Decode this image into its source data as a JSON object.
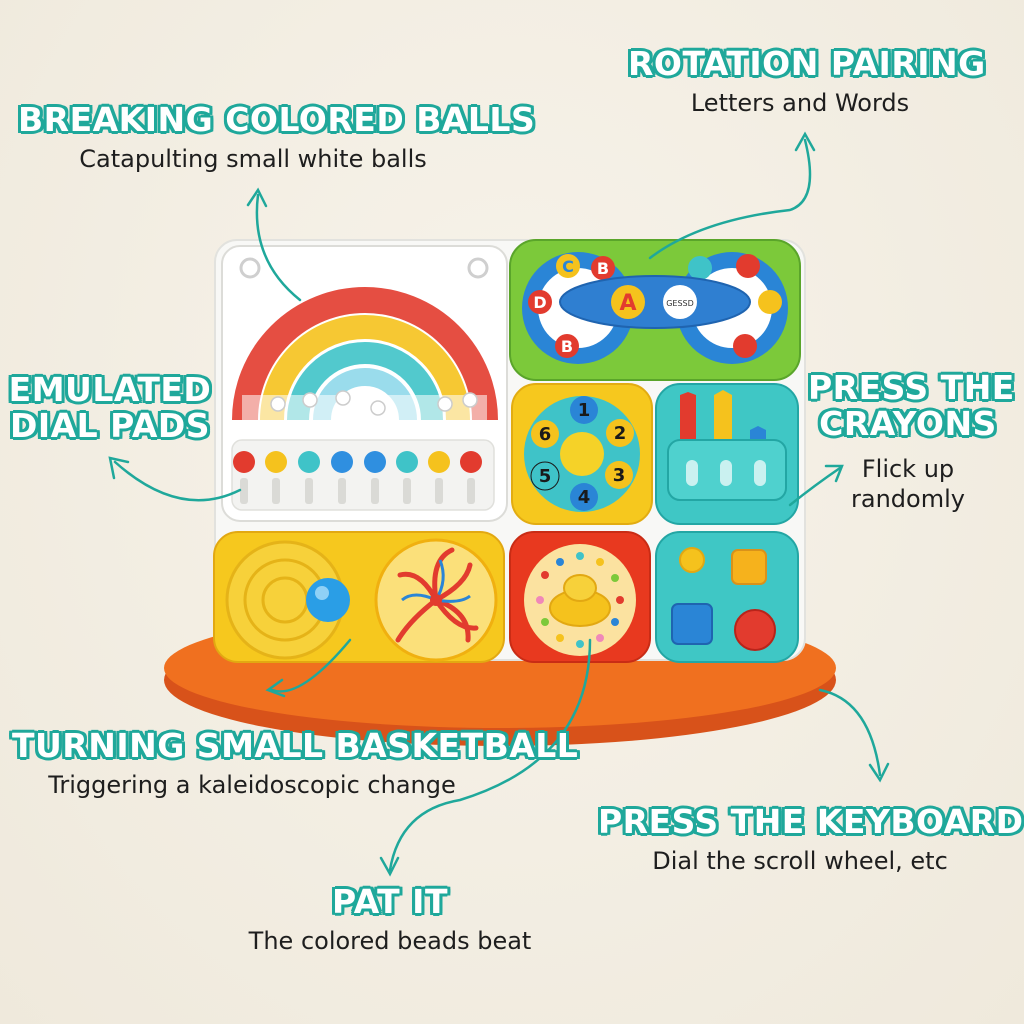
{
  "colors": {
    "accent": "#1fa89b",
    "text": "#1e1e1e",
    "base": "#ee6a1f",
    "frame": "#f7f7f5"
  },
  "callouts": {
    "balls": {
      "title": "Breaking colored balls",
      "subtitle": "Catapulting small white balls"
    },
    "rotation": {
      "title": "Rotation pairing",
      "subtitle": "Letters and Words"
    },
    "dial": {
      "title_line1": "Emulated",
      "title_line2": "dial pads"
    },
    "crayons": {
      "title_line1": "Press the",
      "title_line2": "crayons",
      "subtitle_line1": "Flick up",
      "subtitle_line2": "randomly"
    },
    "basketball": {
      "title": "Turning small basketball",
      "subtitle": "Triggering a kaleidoscopic change"
    },
    "keyboard": {
      "title": "Press the keyboard",
      "subtitle": "Dial the scroll wheel, etc"
    },
    "pat": {
      "title": "Pat it",
      "subtitle": "The colored beads beat"
    }
  },
  "toy": {
    "dial_numbers": [
      "1",
      "2",
      "3",
      "4",
      "5",
      "6"
    ],
    "rotation_letters": [
      "B",
      "C",
      "D",
      "A",
      "B"
    ],
    "center_label": "A",
    "word_label": "GESSD"
  }
}
